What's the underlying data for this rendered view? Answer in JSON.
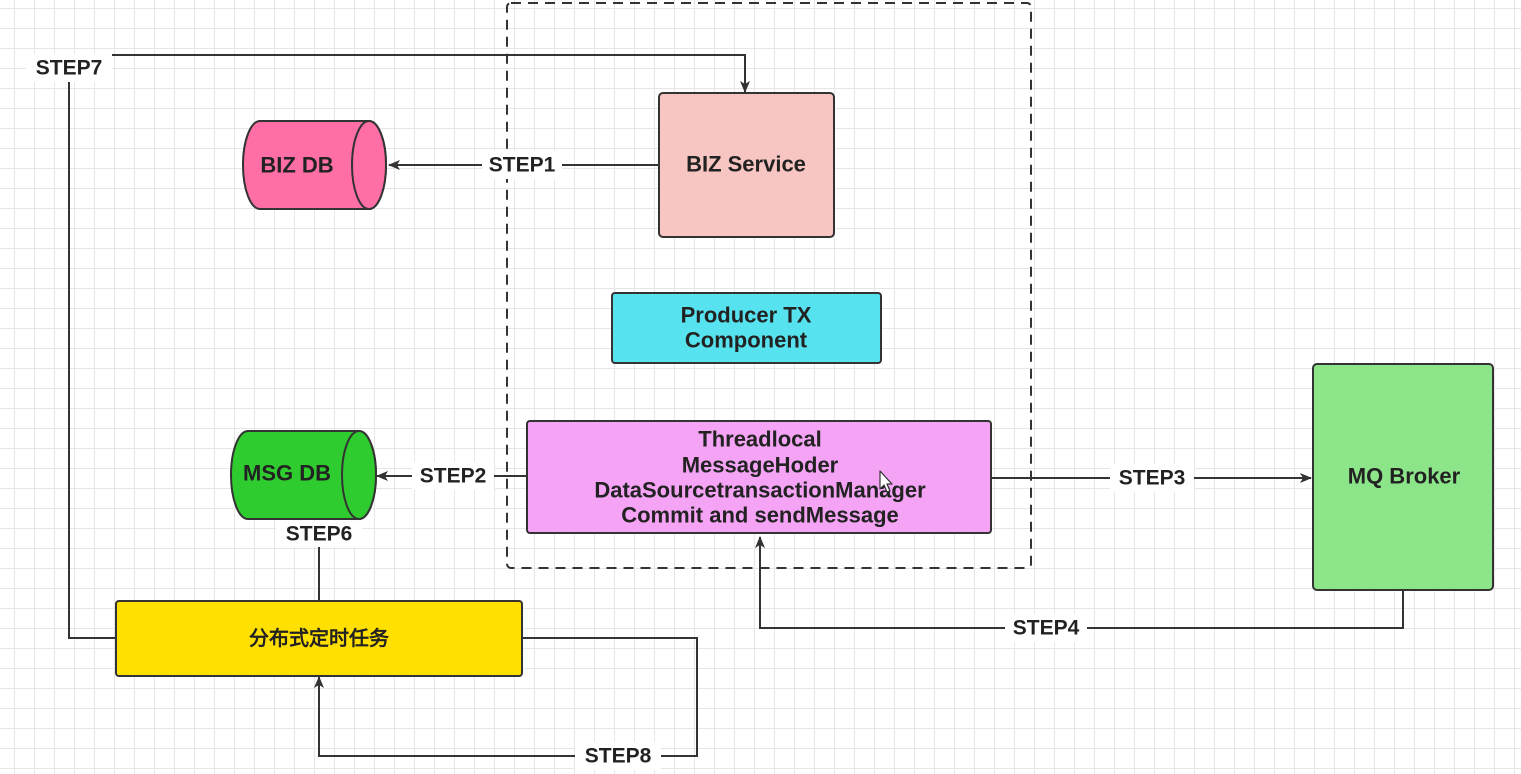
{
  "nodes": {
    "biz_db": {
      "label": "BIZ DB",
      "color": "#ff6fa6"
    },
    "biz_service": {
      "label": "BIZ Service",
      "color": "#f8c6c2"
    },
    "producer_tx": {
      "line1": "Producer TX",
      "line2": "Component",
      "color": "#56e3ef"
    },
    "tx_box": {
      "line1": "Threadlocal",
      "line2": "MessageHoder",
      "line3": "DataSourcetransactionManager",
      "line4": "Commit and sendMessage",
      "color": "#f5a3f5"
    },
    "msg_db": {
      "label": "MSG DB",
      "color": "#2fcc2f"
    },
    "mq_broker": {
      "label": "MQ Broker",
      "color": "#8de58a"
    },
    "scheduler": {
      "label": "分布式定时任务",
      "color": "#ffe000"
    }
  },
  "steps": {
    "step1": "STEP1",
    "step2": "STEP2",
    "step3": "STEP3",
    "step4": "STEP4",
    "step6": "STEP6",
    "step7": "STEP7",
    "step8": "STEP8"
  },
  "colors": {
    "stroke": "#333333",
    "text": "#222222",
    "grid": "#e6e6e6"
  }
}
